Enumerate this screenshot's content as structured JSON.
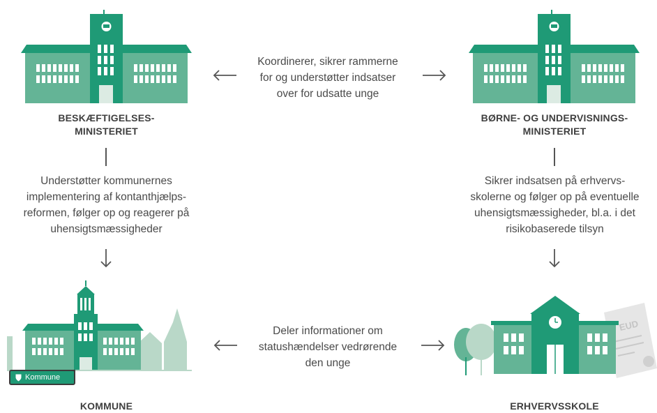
{
  "nodes": {
    "top_left": {
      "title_line1": "BESKÆFTIGELSES-",
      "title_line2": "MINISTERIET"
    },
    "top_right": {
      "title_line1": "BØRNE- OG UNDERVISNINGS-",
      "title_line2": "MINISTERIET"
    },
    "bottom_left": {
      "title": "KOMMUNE",
      "sign_label": "Kommune"
    },
    "bottom_right": {
      "title": "ERHVERVSSKOLE",
      "certificate_label": "EUD"
    }
  },
  "edges": {
    "top": {
      "line1": "Koordinerer, sikrer rammerne",
      "line2": "for og understøtter indsatser",
      "line3": "over for udsatte unge"
    },
    "left": {
      "line1": "Understøtter kommunernes",
      "line2": "implementering af kontanthjælps-",
      "line3": "reformen, følger op og reagerer på",
      "line4": "uhensigtsmæssigheder"
    },
    "right": {
      "line1": "Sikrer indsatsen på erhvervs-",
      "line2": "skolerne og følger op på eventuelle",
      "line3": "uhensigtsmæssigheder, bl.a. i det",
      "line4": "risikobaserede tilsyn"
    },
    "bottom": {
      "line1": "Deler informationer om",
      "line2": "statushændelser vedrørende",
      "line3": "den unge"
    }
  },
  "colors": {
    "dark_green": "#1f9a76",
    "mid_green": "#64b496",
    "light_green": "#b9d8c8",
    "text": "#4a4a4a"
  },
  "icons": [
    "ministry-building-icon",
    "ministry-building-icon",
    "town-hall-icon",
    "school-icon"
  ]
}
